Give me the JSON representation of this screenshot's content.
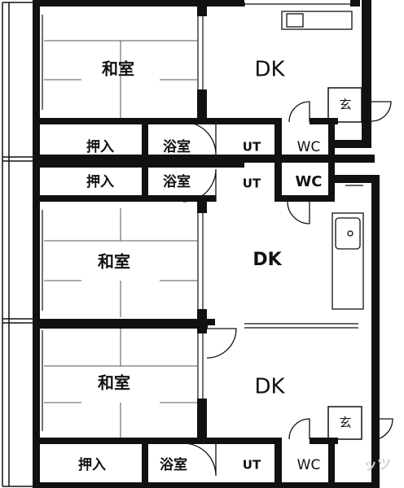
{
  "units": [
    {
      "washitsu": "和室",
      "dk": "DK",
      "oshiire": "押入",
      "yokushitsu": "浴室",
      "ut": "UT",
      "wc": "WC",
      "genkan": "玄"
    },
    {
      "washitsu": "和室",
      "dk": "DK",
      "oshiire": "押入",
      "yokushitsu": "浴室",
      "ut": "UT",
      "wc": "WC"
    },
    {
      "washitsu": "和室",
      "dk": "DK",
      "oshiire": "押入",
      "yokushitsu": "浴室",
      "ut": "UT",
      "wc": "WC",
      "genkan": "玄"
    }
  ],
  "watermark": "ッツ"
}
